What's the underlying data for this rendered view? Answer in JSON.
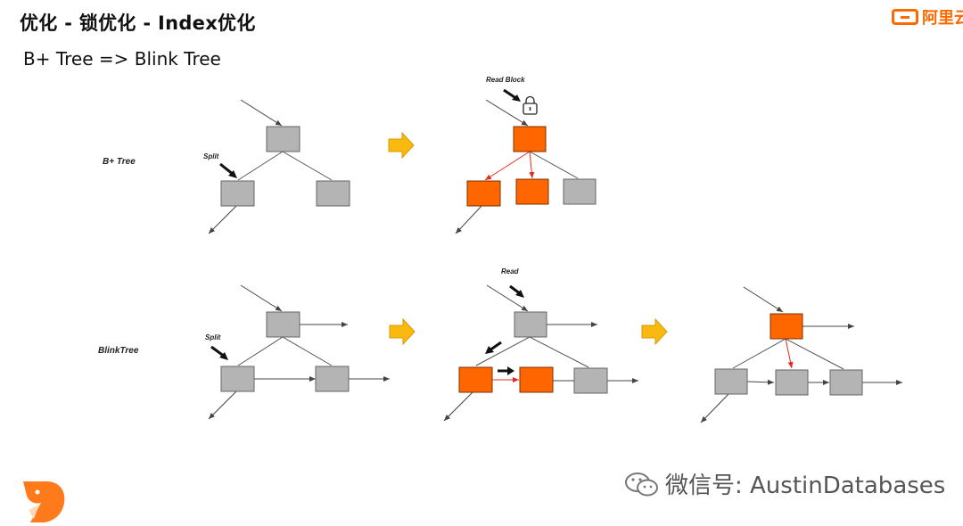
{
  "header": {
    "title": "优化 - 锁优化 - Index优化",
    "subtitle": "B+ Tree => Blink Tree",
    "brand": "阿里云"
  },
  "rows": [
    {
      "label": "B+ Tree",
      "split_label": "Split",
      "read_label": "Read Block"
    },
    {
      "label": "BlinkTree",
      "split_label": "Split",
      "read_label": "Read"
    }
  ],
  "watermark": {
    "text": "微信号: AustinDatabases",
    "icon": "wechat-icon"
  },
  "colors": {
    "node_gray": "#b4b4b4",
    "node_orange": "#ff6600",
    "arrow_yellow": "#f9b90f",
    "pointer_red": "#e8271f"
  }
}
